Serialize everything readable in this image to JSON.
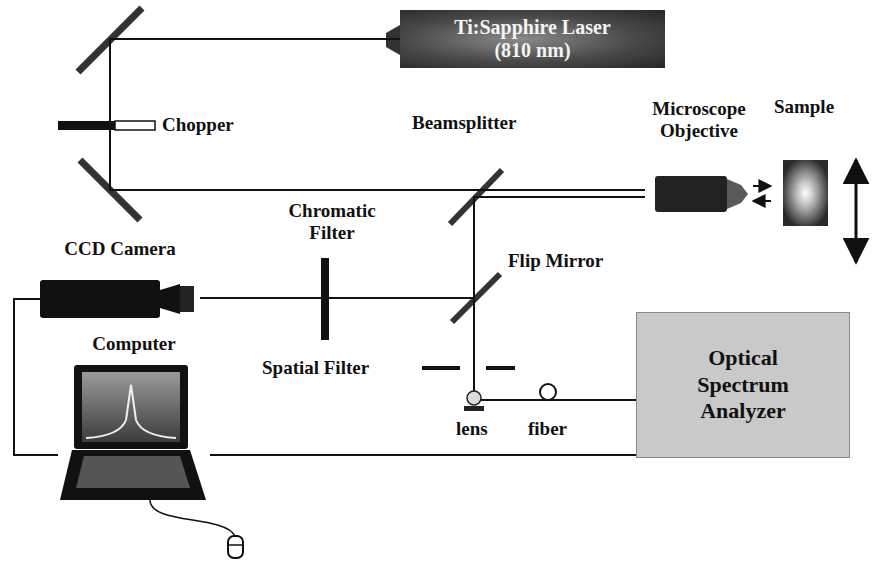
{
  "diagram": {
    "nodes": [
      {
        "text": [
          "Ti:Sapphire Laser (810 nm)"
        ]
      },
      {
        "text": [
          "Microscope Objective"
        ]
      },
      {
        "text": [
          "Sample"
        ]
      },
      {
        "text": [
          "CCD Camera"
        ]
      },
      {
        "text": [
          "Computer"
        ]
      },
      {
        "text": [
          "Optical Spectrum Analyzer"
        ]
      }
    ],
    "edges": [
      {
        "from": 0,
        "to": 1,
        "arrow": "none"
      },
      {
        "from": 1,
        "to": 2,
        "arrow": "to"
      },
      {
        "from": 2,
        "to": 1,
        "arrow": "to"
      },
      {
        "from": 1,
        "to": 3,
        "arrow": "none"
      },
      {
        "from": 3,
        "to": 4,
        "arrow": "none"
      },
      {
        "from": 4,
        "to": 5,
        "arrow": "none"
      }
    ],
    "labels": [
      "Chopper",
      "Beamsplitter",
      "Chromatic Filter",
      "Flip Mirror",
      "Spatial Filter",
      "lens",
      "fiber"
    ]
  }
}
